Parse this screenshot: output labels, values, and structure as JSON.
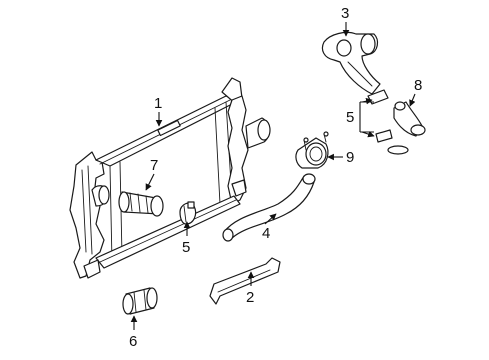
{
  "diagram": {
    "callouts": {
      "c1": "1",
      "c2": "2",
      "c3": "3",
      "c4": "4",
      "c5a": "5",
      "c5b": "5",
      "c6": "6",
      "c7": "7",
      "c8": "8",
      "c9": "9"
    },
    "ink_color": "#1a1a1a",
    "background_color": "#ffffff"
  }
}
